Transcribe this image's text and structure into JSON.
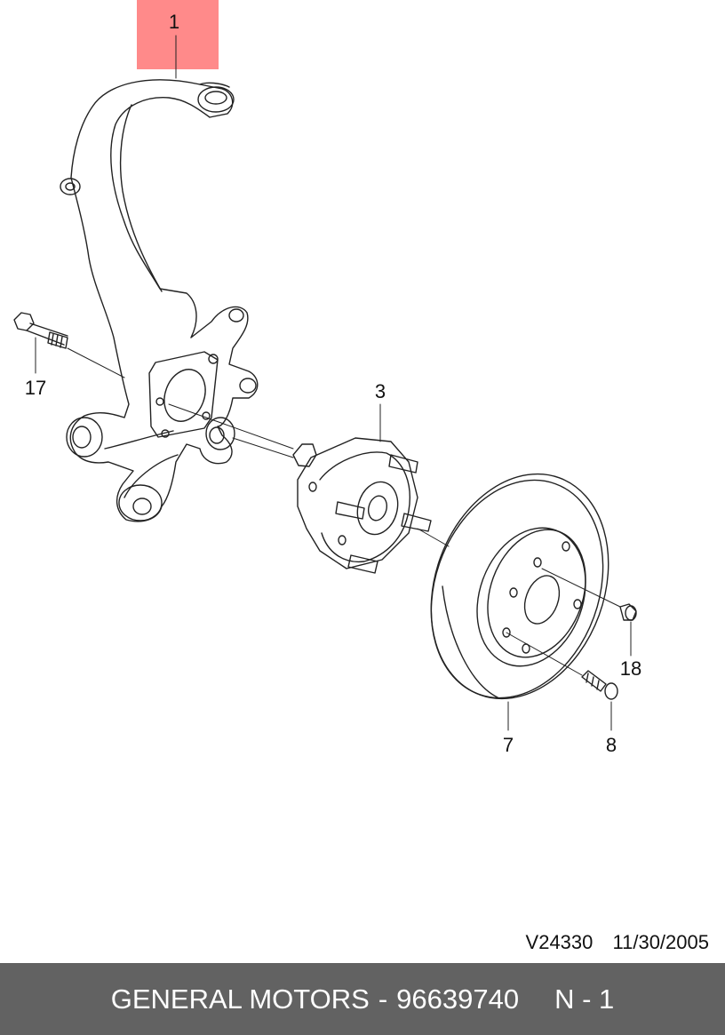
{
  "callouts": {
    "knuckle": "1",
    "hub": "3",
    "bolt": "17",
    "disc": "7",
    "screw": "8",
    "plug": "18"
  },
  "reference": {
    "code": "V24330",
    "date": "11/30/2005"
  },
  "footer": {
    "brand": "GENERAL MOTORS",
    "separator": "-",
    "part_number": "96639740",
    "page": "N - 1"
  },
  "colors": {
    "highlight": "#ff8a8a",
    "footer_bg": "#626262",
    "line": "#222222"
  }
}
